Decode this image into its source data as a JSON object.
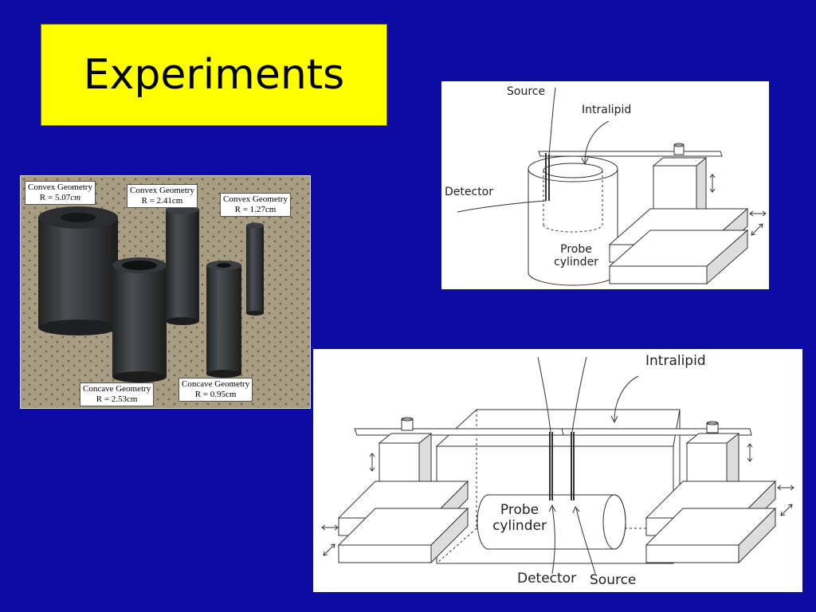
{
  "slide": {
    "title": "Experiments",
    "colors": {
      "background": "#0c0ca4",
      "title_box": "#ffff00"
    }
  },
  "photo": {
    "labels": [
      {
        "line1": "Convex Geometry",
        "line2_prefix": "R = 5.07",
        "line2_italic": "cm"
      },
      {
        "line1": "Convex Geometry",
        "line2_prefix": "R = 2.41cm",
        "line2_italic": ""
      },
      {
        "line1": "Convex Geometry",
        "line2_prefix": "R = 1.27cm",
        "line2_italic": ""
      },
      {
        "line1": "Concave Geometry",
        "line2_prefix": "R = 2.53cm",
        "line2_italic": ""
      },
      {
        "line1": "Concave Geometry",
        "line2_prefix": "R = 0.95cm",
        "line2_italic": ""
      }
    ]
  },
  "diagram_vertical": {
    "source": "Source",
    "intralipid": "Intralipid",
    "detector": "Detector",
    "probe_line1": "Probe",
    "probe_line2": "cylinder"
  },
  "diagram_horizontal": {
    "intralipid": "Intralipid",
    "probe_line1": "Probe",
    "probe_line2": "cylinder",
    "detector": "Detector",
    "source": "Source"
  }
}
